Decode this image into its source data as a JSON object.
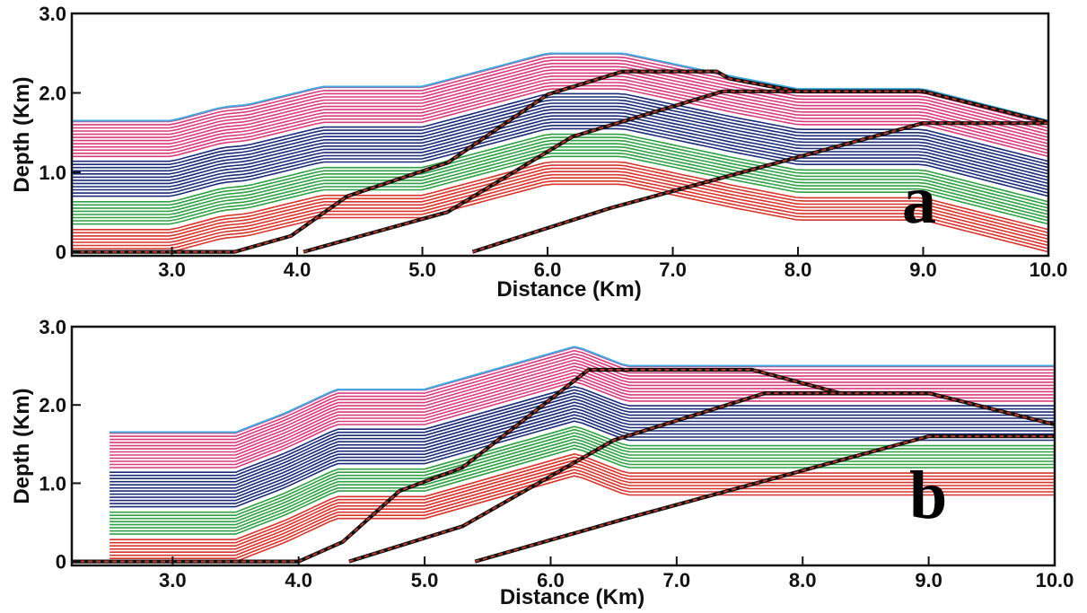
{
  "colors": {
    "sky": "#43a9e3",
    "magenta": "#d83a7c",
    "navy": "#1a2a78",
    "green": "#2ea043",
    "red": "#d8332b",
    "fault_dash": "#c0392b"
  },
  "chart_data": [
    {
      "type": "line",
      "panel_label": "a",
      "xlabel": "Distance  (Km)",
      "ylabel": "Depth  (Km)",
      "xlim": [
        2.2,
        10.0
      ],
      "ylim": [
        -0.05,
        3.0
      ],
      "xticks": [
        "3.0",
        "4.0",
        "5.0",
        "6.0",
        "7.0",
        "8.0",
        "9.0",
        "10.0"
      ],
      "yticks": [
        "0",
        "1.0",
        "2.0",
        "3.0"
      ],
      "grid": false,
      "units": [
        {
          "name": "red",
          "color": "red",
          "base": 0.0,
          "count": 8
        },
        {
          "name": "green",
          "color": "green",
          "base": 0.35,
          "count": 8
        },
        {
          "name": "navy",
          "color": "navy",
          "base": 0.7,
          "count": 12
        },
        {
          "name": "magenta",
          "color": "magenta",
          "base": 1.2,
          "count": 12
        },
        {
          "name": "sky",
          "color": "sky",
          "base": 1.65,
          "count": 12
        }
      ],
      "layer_spacing": 0.04,
      "top_surface": [
        [
          2.2,
          1.65
        ],
        [
          3.0,
          1.65
        ],
        [
          3.4,
          1.82
        ],
        [
          3.6,
          1.85
        ],
        [
          4.2,
          2.08
        ],
        [
          5.0,
          2.08
        ],
        [
          6.0,
          2.5
        ],
        [
          6.6,
          2.5
        ],
        [
          7.5,
          2.2
        ],
        [
          8.0,
          2.05
        ],
        [
          9.0,
          2.05
        ],
        [
          10.0,
          1.65
        ]
      ],
      "faults": [
        [
          [
            2.2,
            0.0
          ],
          [
            3.5,
            0.0
          ],
          [
            3.95,
            0.2
          ],
          [
            4.4,
            0.7
          ],
          [
            5.2,
            1.12
          ],
          [
            6.0,
            1.98
          ],
          [
            6.6,
            2.27
          ],
          [
            7.35,
            2.27
          ],
          [
            7.45,
            2.18
          ],
          [
            8.0,
            2.02
          ],
          [
            9.0,
            2.02
          ],
          [
            10.0,
            1.63
          ]
        ],
        [
          [
            4.05,
            0.0
          ],
          [
            5.2,
            0.5
          ],
          [
            6.2,
            1.45
          ],
          [
            7.4,
            2.02
          ],
          [
            9.0,
            2.02
          ]
        ],
        [
          [
            5.4,
            0.0
          ],
          [
            6.5,
            0.55
          ],
          [
            9.0,
            1.62
          ],
          [
            10.0,
            1.62
          ]
        ]
      ]
    },
    {
      "type": "line",
      "panel_label": "b",
      "xlabel": "Distance  (Km)",
      "ylabel": "Depth  (Km)",
      "xlim": [
        2.2,
        10.0
      ],
      "ylim": [
        -0.05,
        3.0
      ],
      "xticks": [
        "3.0",
        "4.0",
        "5.0",
        "6.0",
        "7.0",
        "8.0",
        "9.0",
        "10.0"
      ],
      "yticks": [
        "0",
        "1.0",
        "2.0",
        "3.0"
      ],
      "grid": false,
      "units": [
        {
          "name": "red",
          "color": "red",
          "base": 0.0,
          "count": 8
        },
        {
          "name": "green",
          "color": "green",
          "base": 0.35,
          "count": 8
        },
        {
          "name": "navy",
          "color": "navy",
          "base": 0.7,
          "count": 12
        },
        {
          "name": "magenta",
          "color": "magenta",
          "base": 1.2,
          "count": 12
        },
        {
          "name": "sky",
          "color": "sky",
          "base": 1.65,
          "count": 12
        }
      ],
      "layer_spacing": 0.04,
      "top_surface": [
        [
          2.5,
          1.65
        ],
        [
          3.5,
          1.65
        ],
        [
          3.9,
          1.9
        ],
        [
          4.3,
          2.2
        ],
        [
          5.0,
          2.2
        ],
        [
          6.2,
          2.75
        ],
        [
          6.6,
          2.5
        ],
        [
          7.0,
          2.5
        ]
      ],
      "faults": [
        [
          [
            2.2,
            0.0
          ],
          [
            4.0,
            0.0
          ],
          [
            4.35,
            0.25
          ],
          [
            4.8,
            0.9
          ],
          [
            5.3,
            1.2
          ],
          [
            6.3,
            2.45
          ],
          [
            7.6,
            2.45
          ],
          [
            8.3,
            2.15
          ],
          [
            9.0,
            2.15
          ],
          [
            10.0,
            1.75
          ]
        ],
        [
          [
            4.4,
            0.0
          ],
          [
            5.3,
            0.45
          ],
          [
            6.5,
            1.55
          ],
          [
            7.7,
            2.15
          ],
          [
            9.0,
            2.15
          ]
        ],
        [
          [
            5.4,
            0.0
          ],
          [
            6.6,
            0.55
          ],
          [
            9.0,
            1.6
          ],
          [
            10.0,
            1.6
          ]
        ]
      ]
    }
  ]
}
